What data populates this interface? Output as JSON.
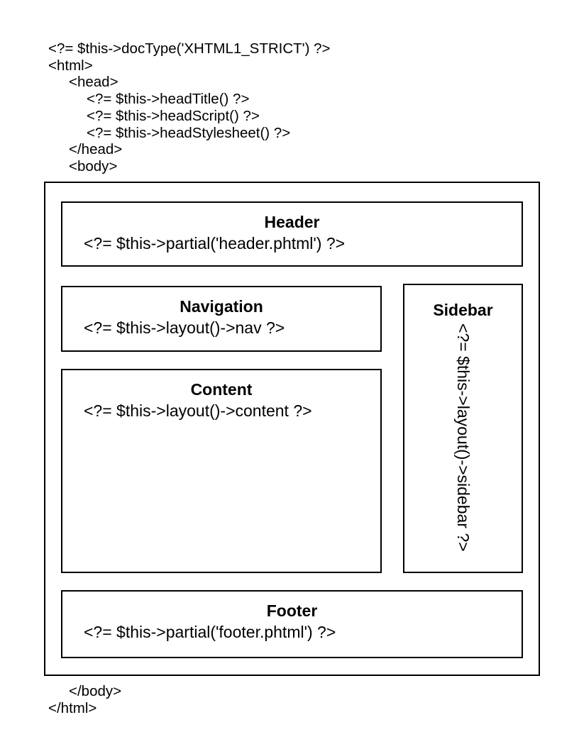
{
  "colors": {
    "background": "#ffffff",
    "border": "#000000",
    "text": "#000000"
  },
  "code_top": {
    "lines": [
      "<?= $this->docType('XHTML1_STRICT') ?>",
      "<html>",
      "<head>",
      "<?= $this->headTitle() ?>",
      "<?= $this->headScript() ?>",
      "<?= $this->headStylesheet() ?>",
      "</head>",
      "<body>"
    ]
  },
  "boxes": {
    "header": {
      "title": "Header",
      "code": "<?= $this->partial('header.phtml') ?>"
    },
    "navigation": {
      "title": "Navigation",
      "code": "<?= $this->layout()->nav ?>"
    },
    "content": {
      "title": "Content",
      "code": "<?= $this->layout()->content ?>"
    },
    "sidebar": {
      "title": "Sidebar",
      "code": "<?= $this->layout()->sidebar ?>"
    },
    "footer": {
      "title": "Footer",
      "code": "<?= $this->partial('footer.phtml') ?>"
    }
  },
  "code_bottom": {
    "lines": [
      "</body>",
      "</html>"
    ]
  }
}
